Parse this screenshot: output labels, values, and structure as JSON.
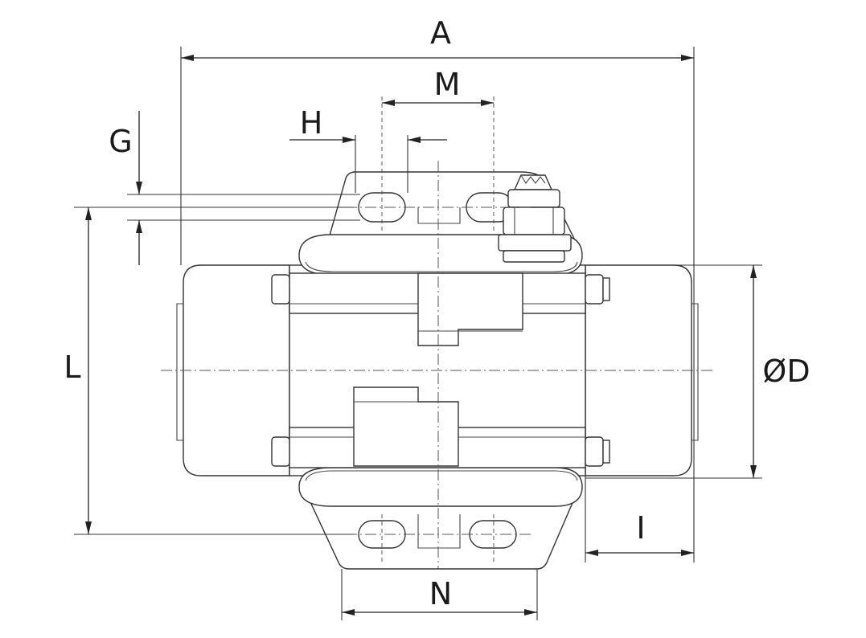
{
  "labels": {
    "A": "A",
    "M": "M",
    "H": "H",
    "G": "G",
    "L": "L",
    "D": "ØD",
    "I": "I",
    "N": "N"
  }
}
